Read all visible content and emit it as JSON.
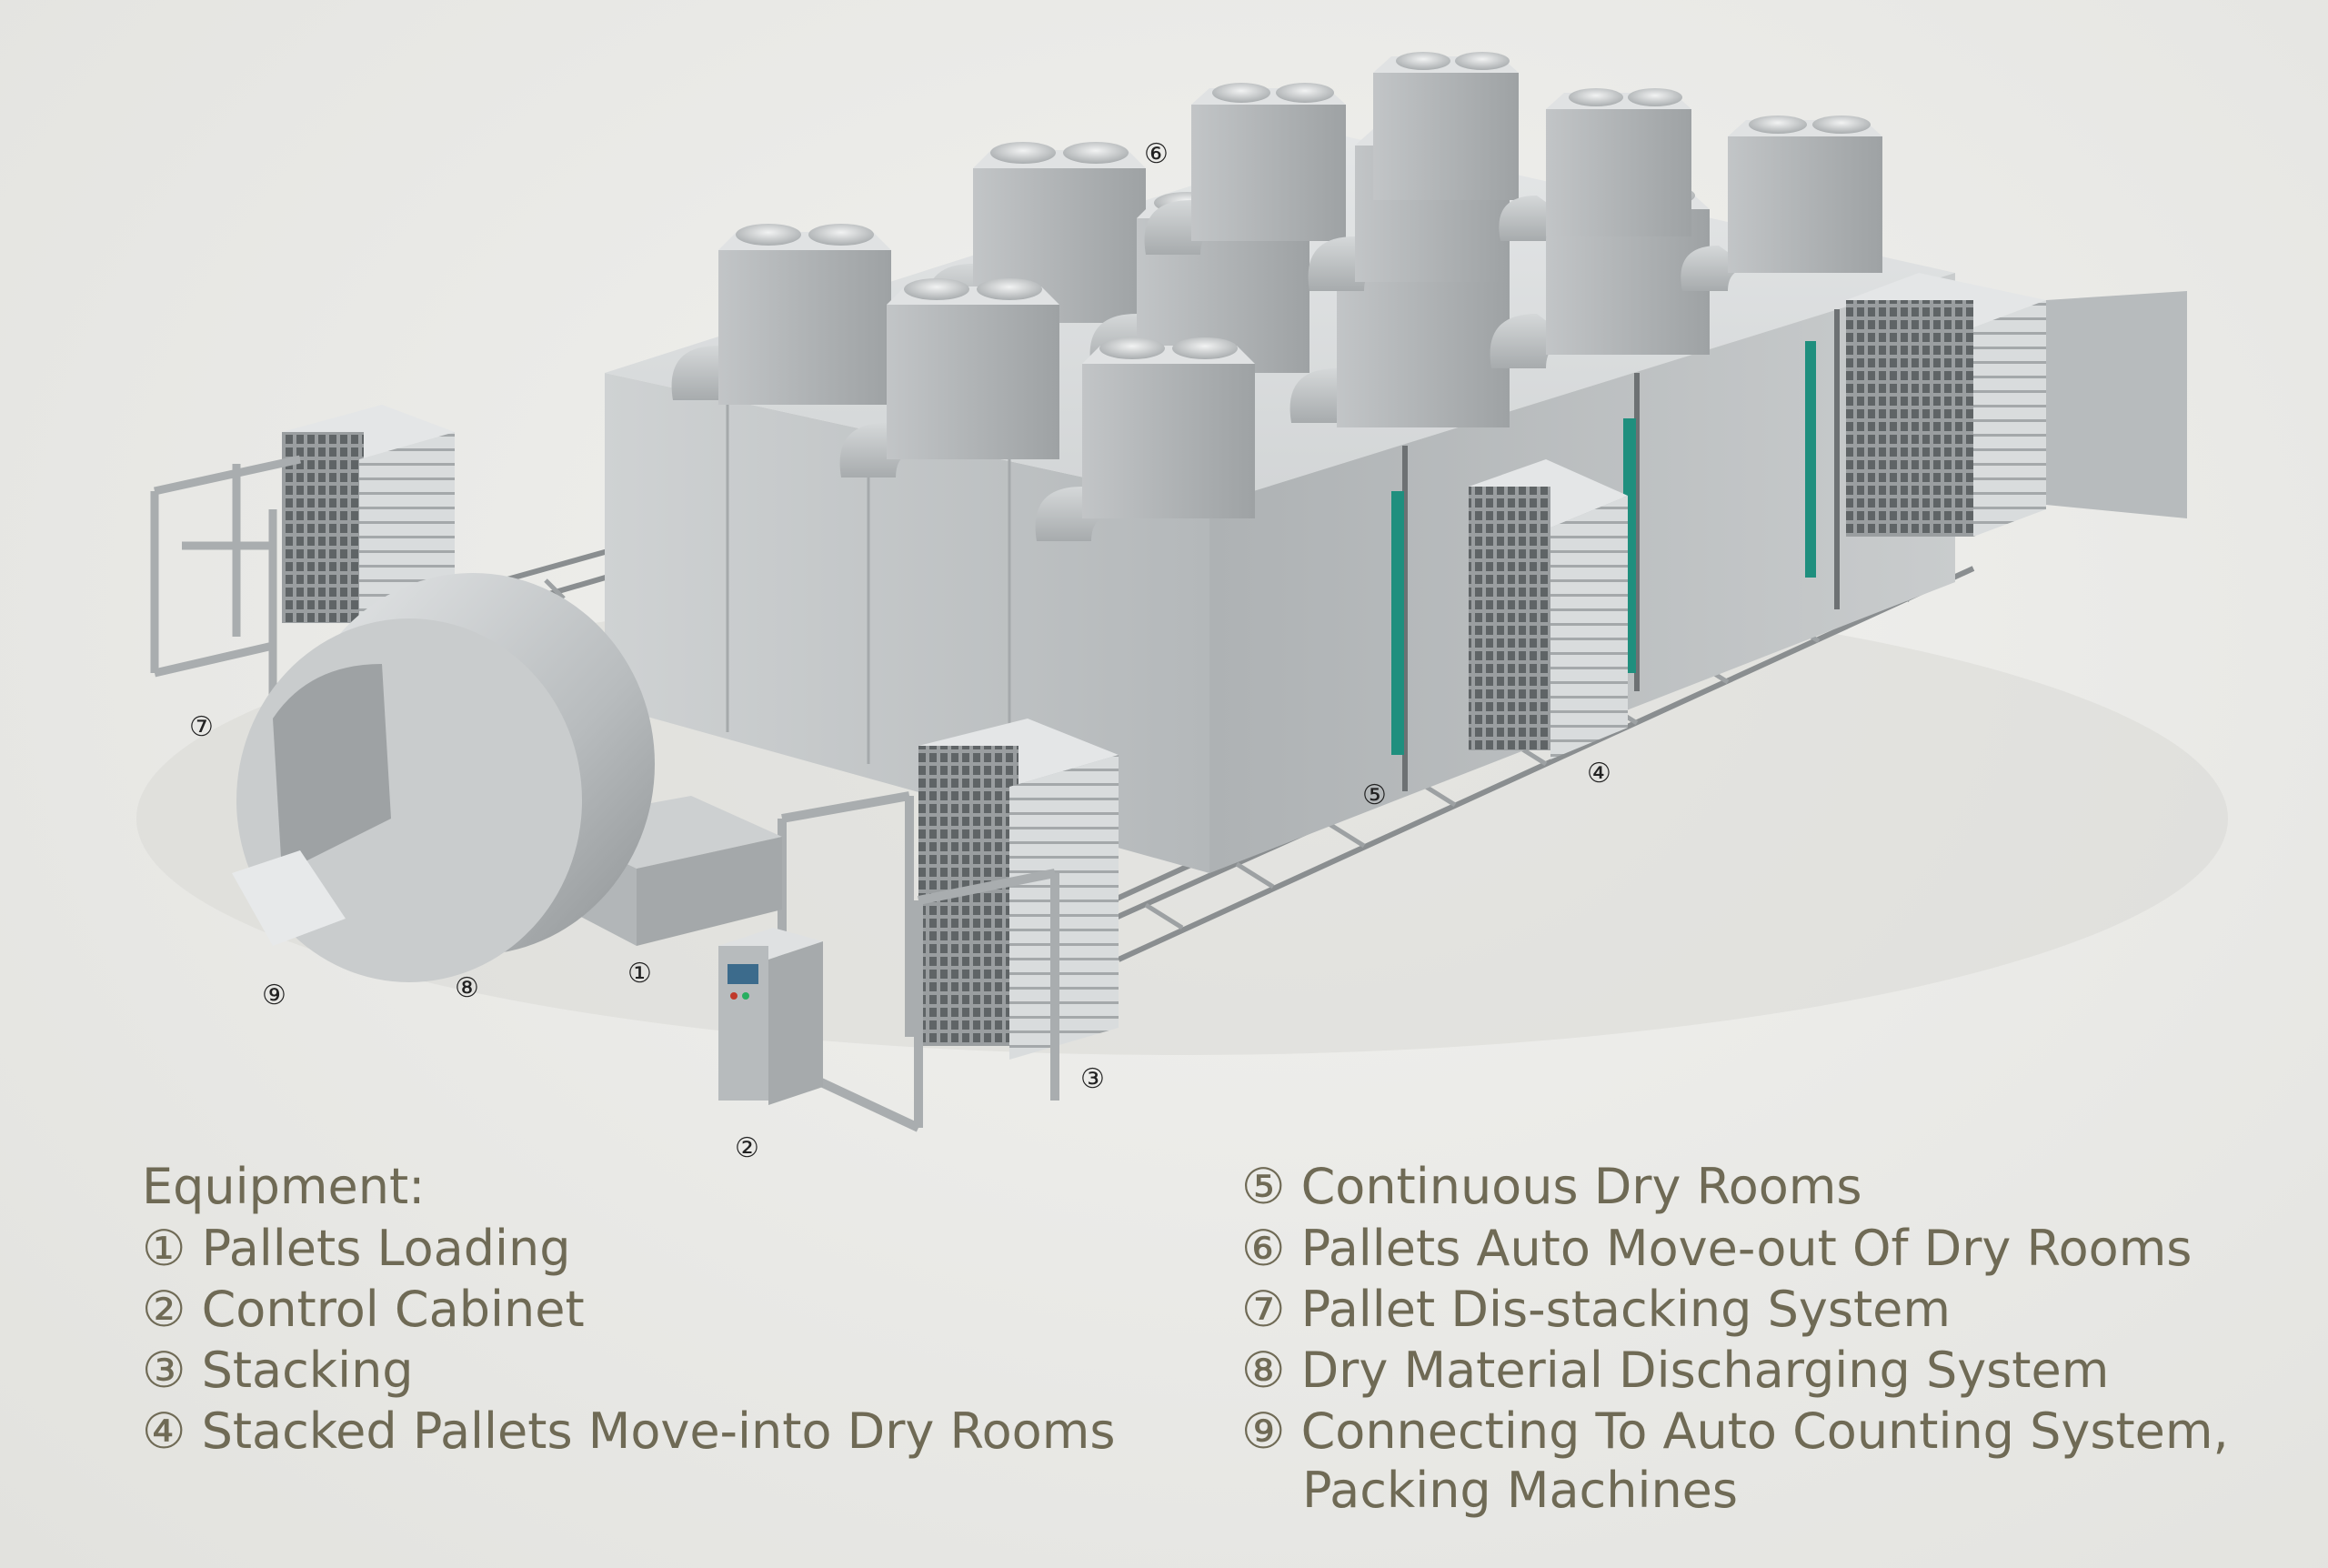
{
  "markers": {
    "m1": "①",
    "m2": "②",
    "m3": "③",
    "m4": "④",
    "m5": "⑤",
    "m6": "⑥",
    "m7": "⑦",
    "m8": "⑧",
    "m9": "⑨"
  },
  "legend": {
    "heading": "Equipment:",
    "items": [
      "① Pallets Loading",
      "② Control Cabinet",
      "③ Stacking",
      "④ Stacked Pallets Move-into Dry Rooms",
      "⑤ Continuous Dry Rooms",
      "⑥ Pallets Auto Move-out Of Dry Rooms",
      "⑦ Pallet Dis-stacking System",
      "⑧ Dry Material Discharging System",
      "⑨ Connecting To Auto Counting System,",
      "Packing Machines"
    ]
  },
  "colors": {
    "steel_light": "#d9dbdc",
    "steel_mid": "#b9bcbe",
    "steel_dark": "#8f9395",
    "accent_teal": "#1f8f7e",
    "text_legend": "#6f6a55"
  }
}
